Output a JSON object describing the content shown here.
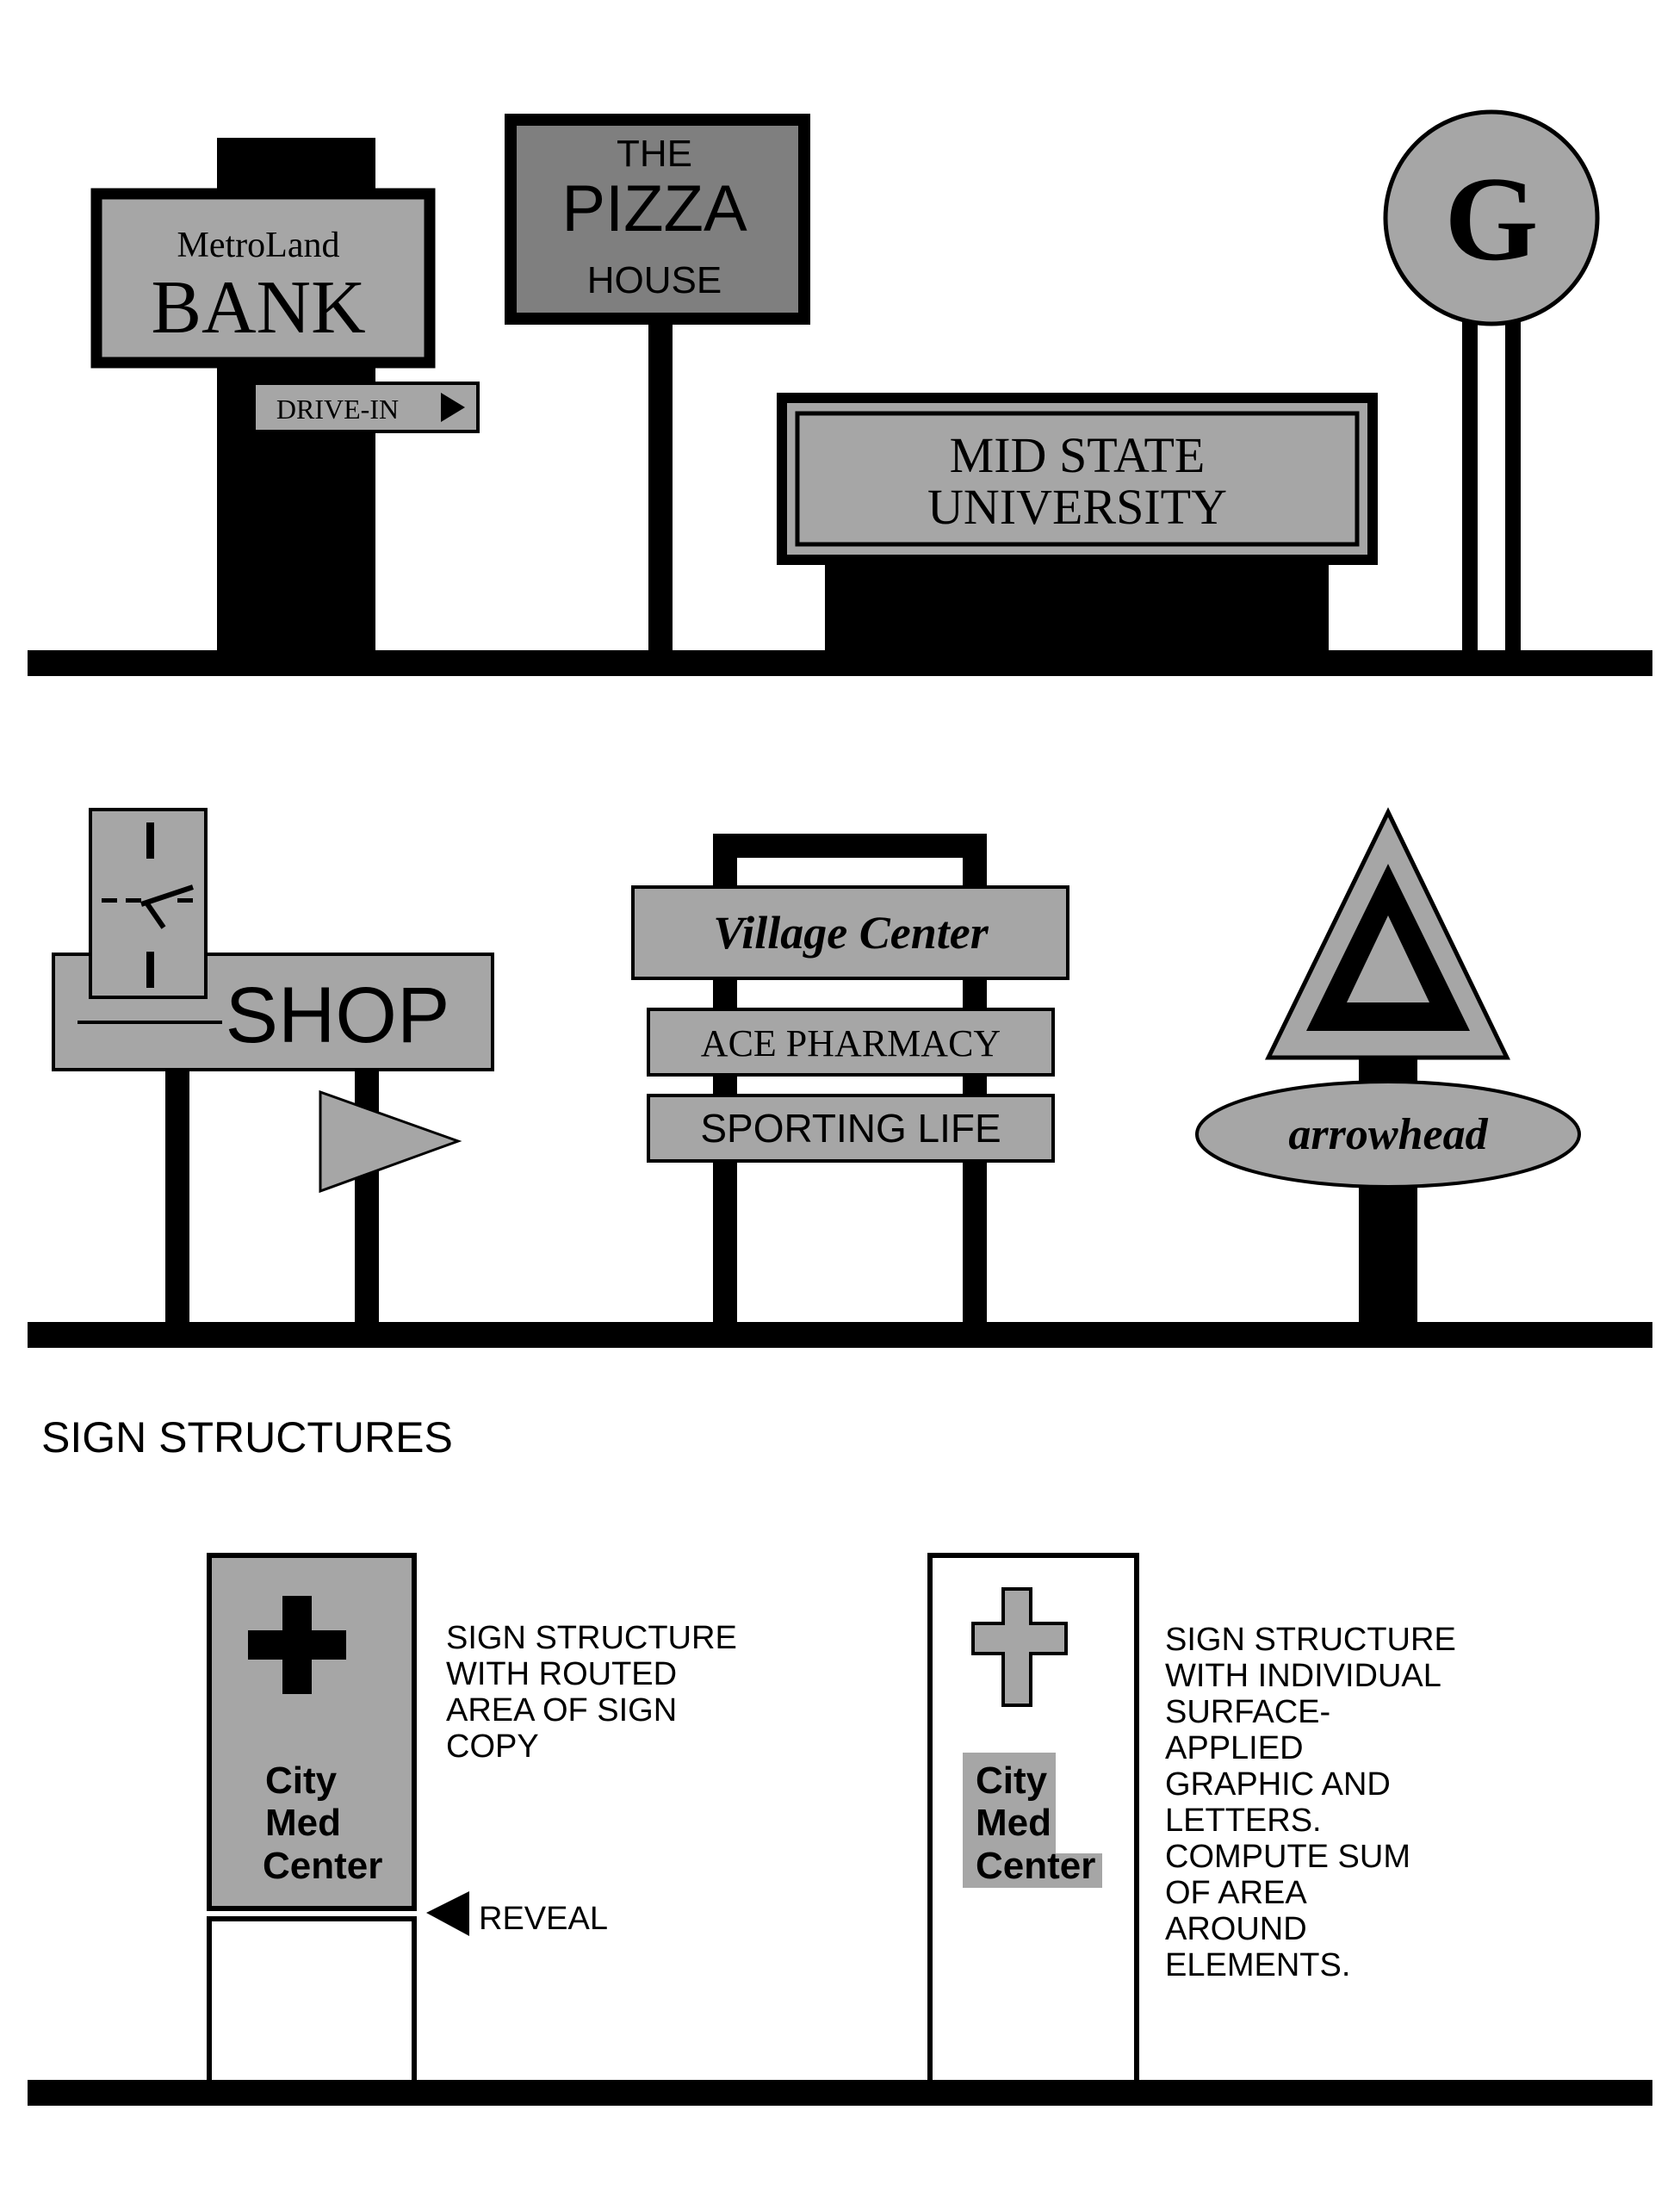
{
  "colors": {
    "gray": "#a6a6a6",
    "dark_gray": "#7f7f7f",
    "black": "#000000",
    "white": "#ffffff"
  },
  "bank_sign": {
    "brand": "MetroLand",
    "name": "BANK",
    "drive_in": "DRIVE-IN",
    "arrow_icon": "right-triangle-icon"
  },
  "pizza_sign": {
    "line1": "THE",
    "line2": "PIZZA",
    "line3": "HOUSE"
  },
  "university_sign": {
    "line1": "MID STATE",
    "line2": "UNIVERSITY"
  },
  "g_sign": {
    "letter": "G"
  },
  "shop_sign": {
    "name": "SHOP",
    "clock_icon": "clock-icon",
    "flag_icon": "pennant-icon"
  },
  "village_sign": {
    "title": "Village Center",
    "tenant1": "ACE PHARMACY",
    "tenant2": "SPORTING LIFE"
  },
  "arrowhead_sign": {
    "name": "arrowhead",
    "logo_icon": "triangle-logo-icon"
  },
  "section_title": "SIGN STRUCTURES",
  "routed_example": {
    "icon": "medical-cross-icon",
    "line1": "City",
    "line2": "Med",
    "line3": "Center",
    "description": [
      "SIGN STRUCTURE",
      "WITH ROUTED",
      "AREA OF SIGN",
      "COPY"
    ],
    "reveal_label": "REVEAL"
  },
  "applied_example": {
    "icon": "medical-cross-icon",
    "line1": "City",
    "line2": "Med",
    "line3": "Center",
    "description": [
      "SIGN STRUCTURE",
      "WITH INDIVIDUAL",
      "SURFACE-",
      "APPLIED",
      "GRAPHIC AND",
      "LETTERS.",
      "COMPUTE SUM",
      "OF AREA",
      "AROUND",
      "ELEMENTS."
    ]
  }
}
